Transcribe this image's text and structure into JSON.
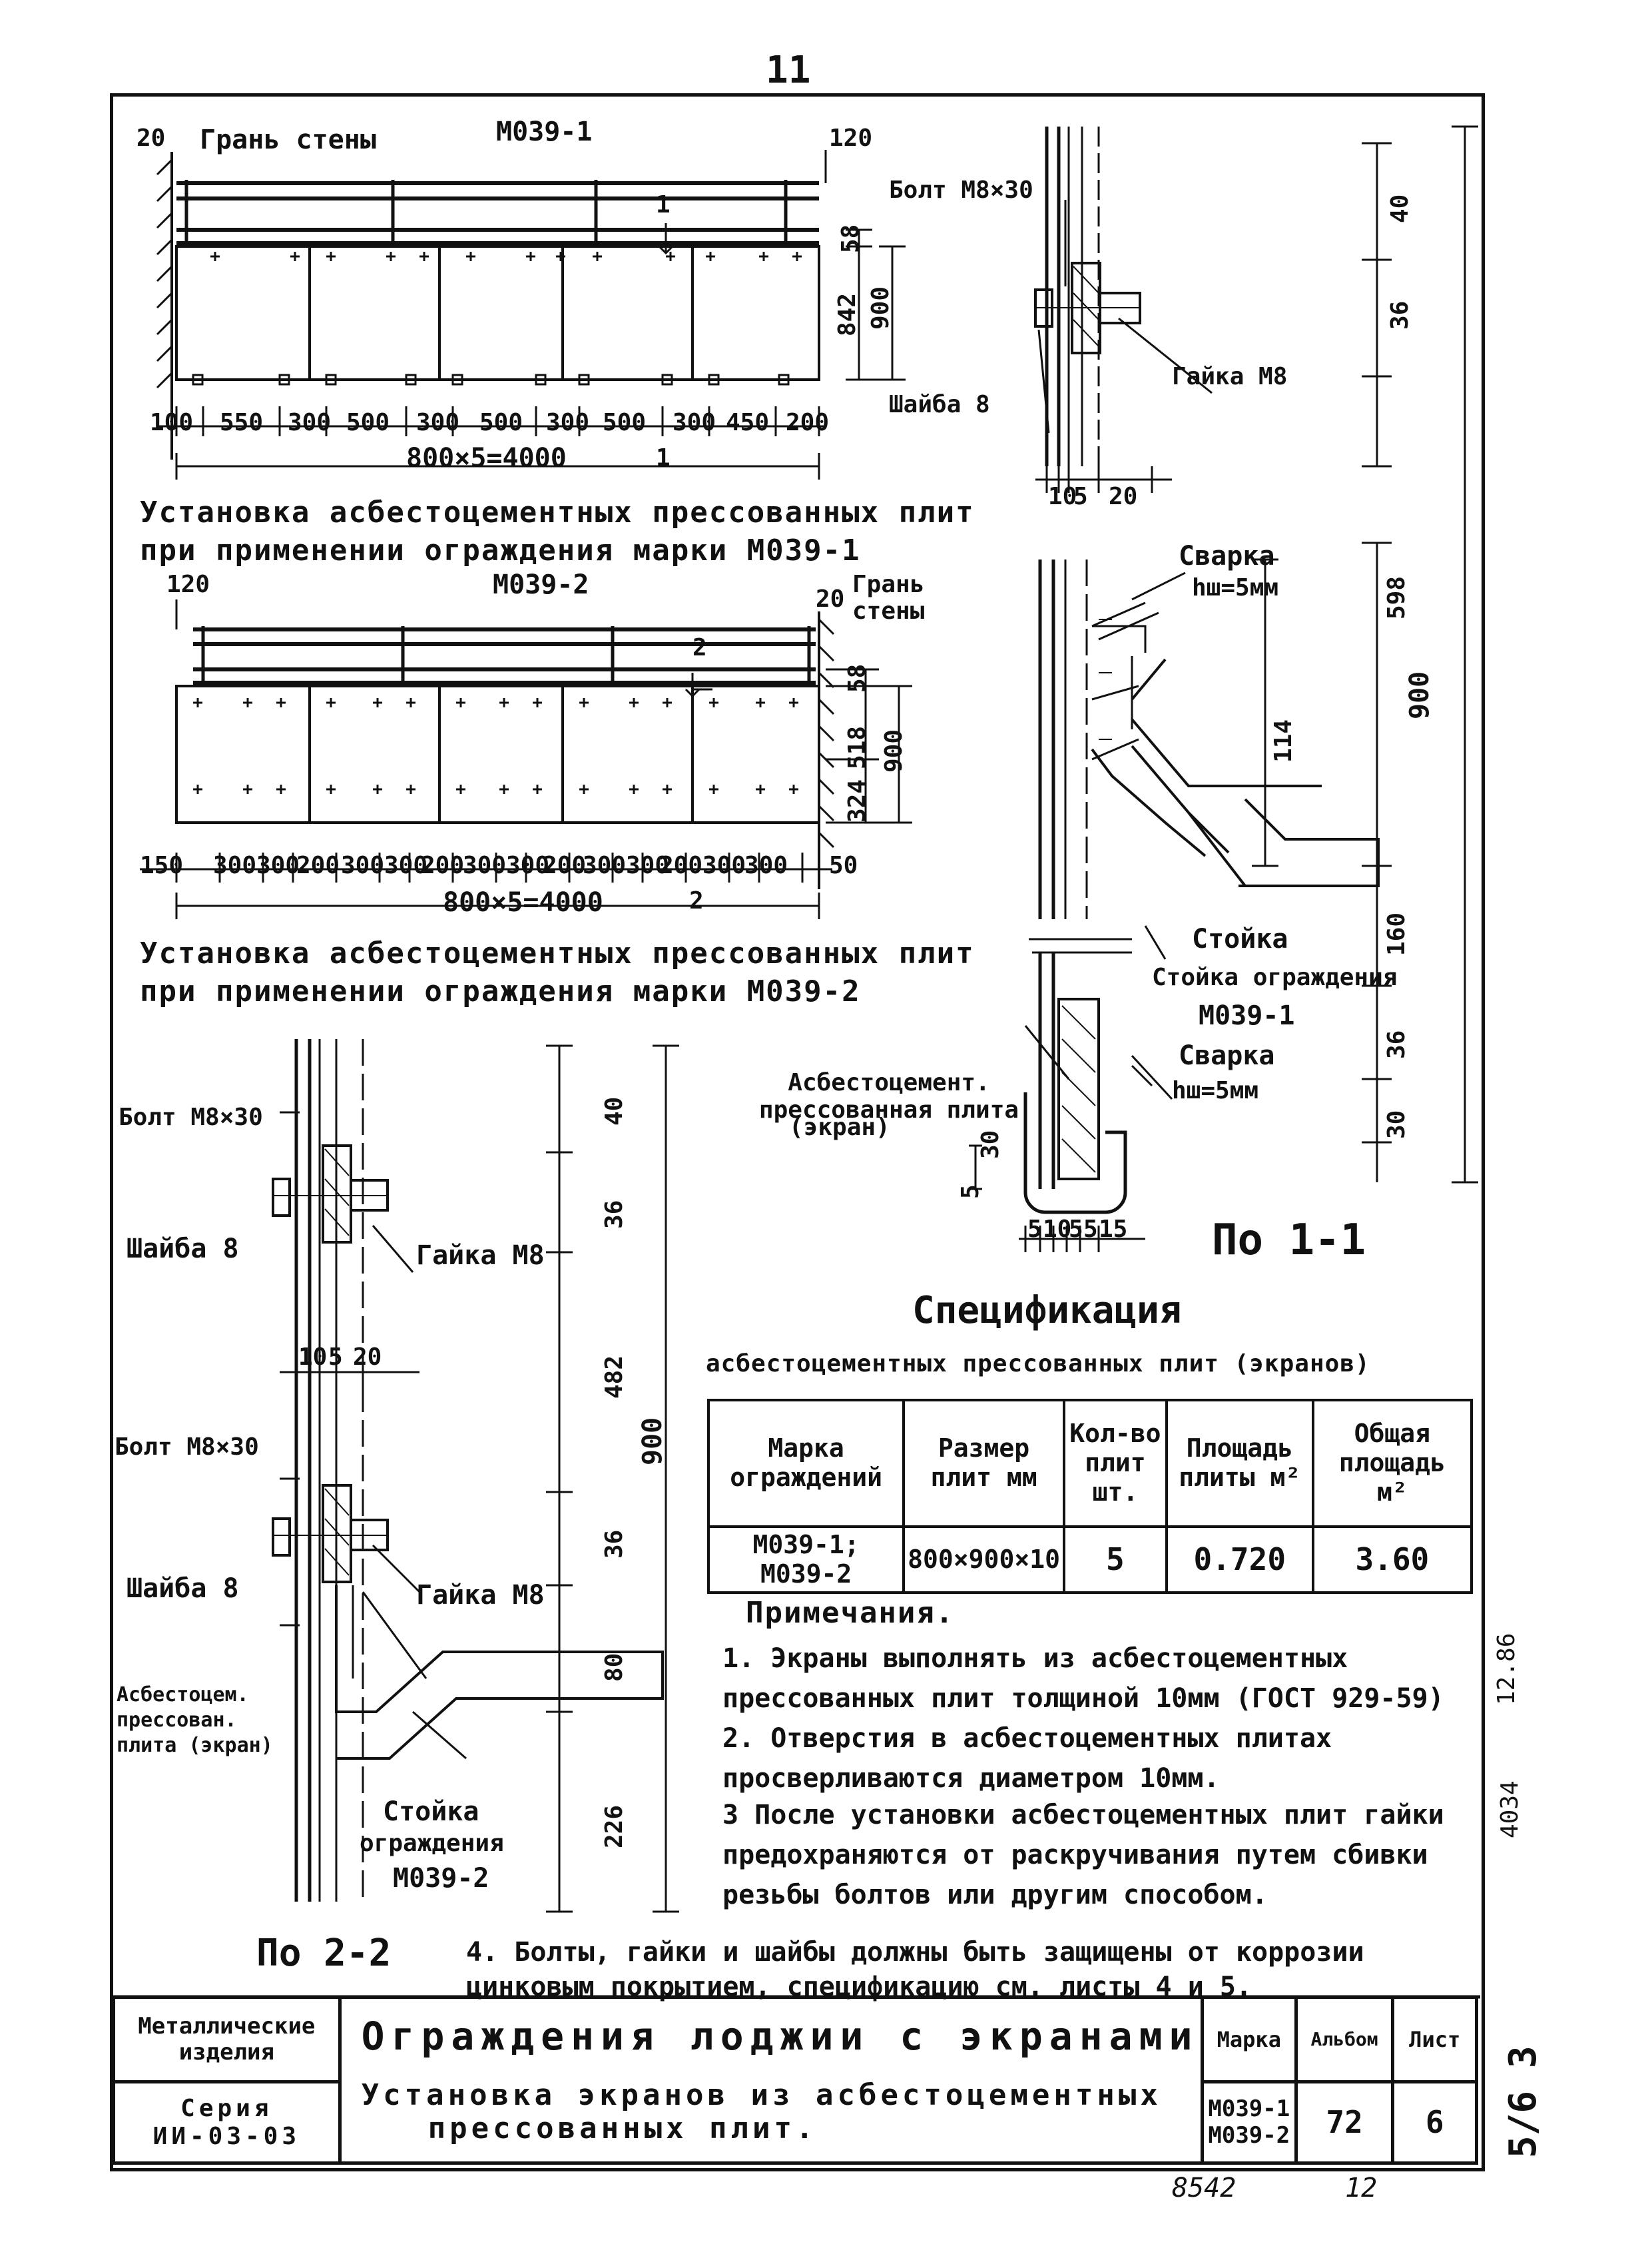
{
  "page_number": "11",
  "plan1": {
    "mark": "М039-1",
    "wall_face": "Грань стены",
    "section_mark": "1",
    "dims_top": [
      "20",
      "120"
    ],
    "dims_vertical": [
      "58",
      "842",
      "900"
    ],
    "dims_bottom": [
      "100",
      "550",
      "300",
      "500",
      "300",
      "500",
      "300",
      "500",
      "300",
      "450",
      "200"
    ],
    "total": "800×5=4000",
    "caption_line1": "Установка асбестоцементных прессованных плит",
    "caption_line2": "при применении ограждения марки М039-1"
  },
  "plan2": {
    "mark": "М039-2",
    "wall_face": "Грань стены",
    "section_mark": "2",
    "dims_top": [
      "120",
      "20"
    ],
    "dims_vertical": [
      "58",
      "518",
      "900",
      "324"
    ],
    "dims_bottom": [
      "150",
      "300",
      "300",
      "200",
      "300",
      "300",
      "200",
      "300",
      "300",
      "200",
      "300",
      "300",
      "200",
      "300",
      "300",
      "50"
    ],
    "total": "800×5=4000",
    "caption_line1": "Установка асбестоцементных прессованных плит",
    "caption_line2": "при применении ограждения марки М039-2"
  },
  "detail1_top": {
    "bolt": "Болт М8×30",
    "nut": "Гайка М8",
    "washer": "Шайба 8",
    "dims_bottom": [
      "10",
      "5",
      "20"
    ],
    "dims_right": [
      "40",
      "36"
    ]
  },
  "section1": {
    "weld1": "Сварка",
    "weld1_h": "hш=5мм",
    "weld2": "Сварка",
    "weld2_h": "hш=5мм",
    "post": "Стойка ограждения",
    "post_mark": "М039-1",
    "panel": "Асбестоцемент. прессованная плита",
    "panel2": "(экран)",
    "dims_right": [
      "598",
      "114",
      "900",
      "160",
      "36",
      "30"
    ],
    "dims_left": [
      "30",
      "5"
    ],
    "dims_bottom": [
      "5",
      "10",
      "5",
      "5",
      "15"
    ],
    "title": "По 1-1"
  },
  "section2": {
    "bolt1": "Болт М8×30",
    "washer1": "Шайба 8",
    "nut1": "Гайка М8",
    "bolt2": "Болт М8×30",
    "washer2": "Шайба 8",
    "nut2": "Гайка М8",
    "dims_mid": [
      "10",
      "5",
      "20"
    ],
    "panel_l1": "Асбестоцем.",
    "panel_l2": "прессован.",
    "panel_l3": "плита (экран)",
    "post_l1": "Стойка",
    "post_l2": "ограждения",
    "post_l3": "М039-2",
    "dims_right": [
      "40",
      "36",
      "482",
      "900",
      "36",
      "80",
      "226"
    ],
    "title": "По 2-2"
  },
  "spec": {
    "title": "Спецификация",
    "subtitle": "асбестоцементных прессованных плит (экранов)",
    "headers": [
      "Марка ограждений",
      "Размер плит мм",
      "Кол-во плит шт.",
      "Площадь плиты м²",
      "Общая площадь м²"
    ],
    "row": [
      "М039-1; М039-2",
      "800×900×10",
      "5",
      "0.720",
      "3.60"
    ]
  },
  "notes": {
    "title": "Примечания.",
    "items": [
      "1. Экраны выполнять из асбестоцементных прессованных плит толщиной 10мм (ГОСТ 929-59)",
      "2. Отверстия в асбестоцементных плитах просверливаются диаметром 10мм.",
      "3 После установки асбестоцементных плит гайки предохраняются от раскручивания путем сбивки резьбы болтов или другим способом.",
      "4. Болты, гайки и шайбы должны быть защищены от коррозии цинковым покрытием, спецификацию см. листы 4 и 5."
    ]
  },
  "title_block": {
    "left_top": "Металлические изделия",
    "left_bottom_l1": "Серия",
    "left_bottom_l2": "ИИ-03-03",
    "title_main": "Ограждения лоджии с экранами",
    "title_sub_l1": "Установка экранов из асбестоцементных",
    "title_sub_l2": "прессованных плит.",
    "col_mark": "Марка",
    "col_album": "Альбом",
    "col_sheet": "Лист",
    "mark_l1": "М039-1",
    "mark_l2": "М039-2",
    "album": "72",
    "sheet": "6"
  },
  "margin_notes": {
    "right_1": "12.86",
    "right_2": "4034",
    "right_3": "5/6 3",
    "bottom_1": "8542",
    "bottom_2": "12"
  }
}
